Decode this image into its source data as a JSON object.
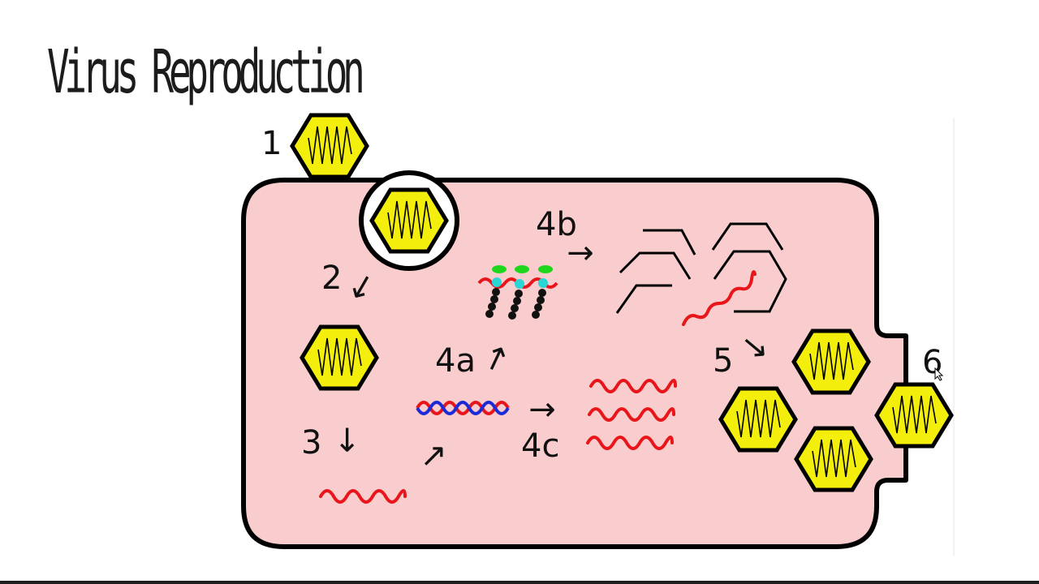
{
  "slide": {
    "title": "Virus Reproduction"
  },
  "diagram": {
    "step_labels": [
      "1",
      "2",
      "3",
      "4a",
      "4b",
      "4c",
      "5",
      "6"
    ],
    "arrow_glyphs": {
      "arrow": "→"
    },
    "colors": {
      "cell_fill": "#f9cdcd",
      "cell_stroke": "#000000",
      "capsid_fill": "#f4ee0d",
      "rna": "#e8151a",
      "dna": "#1d2bd6",
      "ribosome_top": "#1ed61c",
      "ribosome_mid": "#29d6d6",
      "protein_chain": "#111111"
    }
  }
}
